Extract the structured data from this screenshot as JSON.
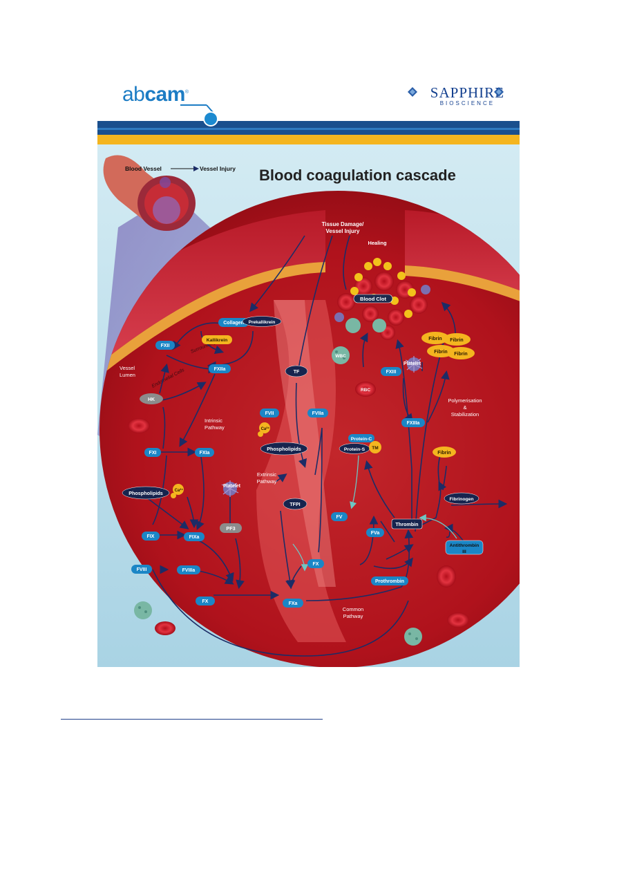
{
  "logos": {
    "abcam_prefix": "ab",
    "abcam_bold": "cam",
    "abcam_reg": "®",
    "sapphire_name": "SAPPHIRE",
    "sapphire_sub": "BIOSCIENCE"
  },
  "title": "Blood coagulation cascade",
  "inset": {
    "vessel_label": "Blood Vessel",
    "injury_label": "Vessel Injury"
  },
  "regions": {
    "tissue_damage_line1": "Tissue Damage/",
    "tissue_damage_line2": "Vessel Injury",
    "healing": "Healing",
    "surrounding_tissue": "Surrounding Tissue",
    "endothelial_cells": "Endothelial Cells",
    "vessel_lumen_line1": "Vessel",
    "vessel_lumen_line2": "Lumen",
    "intrinsic_line1": "Intrinsic",
    "intrinsic_line2": "Pathway",
    "extrinsic_line1": "Extrinsic",
    "extrinsic_line2": "Pathway",
    "common_line1": "Common",
    "common_line2": "Pathway",
    "polymer_line1": "Polymerisation",
    "polymer_line2": "&",
    "polymer_line3": "Stabilization"
  },
  "nodes": {
    "collagen": "Collagen",
    "prekallikrein": "Prekallikrein",
    "kallikrein": "Kallikrein",
    "fxii": "FXII",
    "fxiia": "FXIIa",
    "hk": "HK",
    "fxi": "FXI",
    "fxia": "FXIa",
    "phospholipids_left": "Phospholipids",
    "ca_left": "Ca²⁺",
    "platelet_left": "Platelet",
    "pf3": "PF3",
    "fix": "FIX",
    "fixa": "FIXa",
    "fviii": "FVIII",
    "fviiia": "FVIIIa",
    "fx_left": "FX",
    "fxa": "FXa",
    "tf": "TF",
    "fvii": "FVII",
    "fviia": "FVIIa",
    "ca_mid": "Ca²⁺",
    "phospholipids_mid": "Phospholipids",
    "tfpi": "TFPI",
    "fx_mid": "FX",
    "blood_clot": "Blood Clot",
    "wbc": "WBC",
    "rbc": "RBC",
    "platelet_right": "Platelet",
    "fxiii": "FXIII",
    "fxiiia": "FXIIIa",
    "fibrin1": "Fibrin",
    "fibrin2": "Fibrin",
    "fibrin3": "Fibrin",
    "fibrin4": "Fibrin",
    "fibrin_single": "Fibrin",
    "fibrinogen": "Fibrinogen",
    "protein_c": "Protein-C",
    "protein_s": "Protein-S",
    "tm": "TM",
    "fv": "FV",
    "fva": "FVa",
    "thrombin": "Thrombin",
    "prothrombin": "Prothrombin",
    "antithrombin_line1": "Antithrombin",
    "antithrombin_line2": "III"
  },
  "colors": {
    "blue_node": "#1b86c6",
    "navy_node": "#17244e",
    "yellow_node": "#f4b51f",
    "grey_node": "#8c8c8c",
    "lumen_red": "#b1141c",
    "background_blue": "#bcdfec",
    "arrow": "#1c2c66"
  }
}
